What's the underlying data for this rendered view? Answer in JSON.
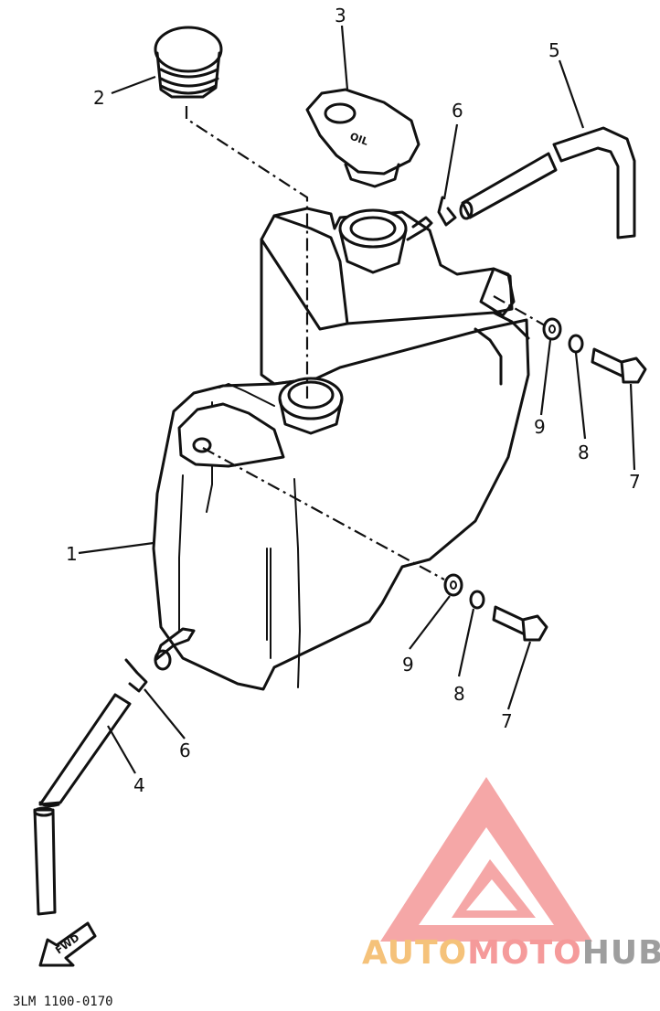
{
  "callouts": [
    {
      "id": "c1",
      "label": "1"
    },
    {
      "id": "c2",
      "label": "2"
    },
    {
      "id": "c3",
      "label": "3"
    },
    {
      "id": "c4",
      "label": "4"
    },
    {
      "id": "c5",
      "label": "5"
    },
    {
      "id": "c6a",
      "label": "6"
    },
    {
      "id": "c6b",
      "label": "6"
    },
    {
      "id": "c7a",
      "label": "7"
    },
    {
      "id": "c7b",
      "label": "7"
    },
    {
      "id": "c8a",
      "label": "8"
    },
    {
      "id": "c8b",
      "label": "8"
    },
    {
      "id": "c9a",
      "label": "9"
    },
    {
      "id": "c9b",
      "label": "9"
    }
  ],
  "cap_marking": "OIL",
  "fwd_label": "FWD",
  "drawing_code": "3LM 1100-0170",
  "watermark": {
    "text_parts": [
      "AUTO",
      "MOTO",
      "HUB"
    ],
    "colors": [
      "#f5c27a",
      "#f59a9a",
      "#9e9e9e"
    ],
    "logo_color": "#f28a8a"
  }
}
